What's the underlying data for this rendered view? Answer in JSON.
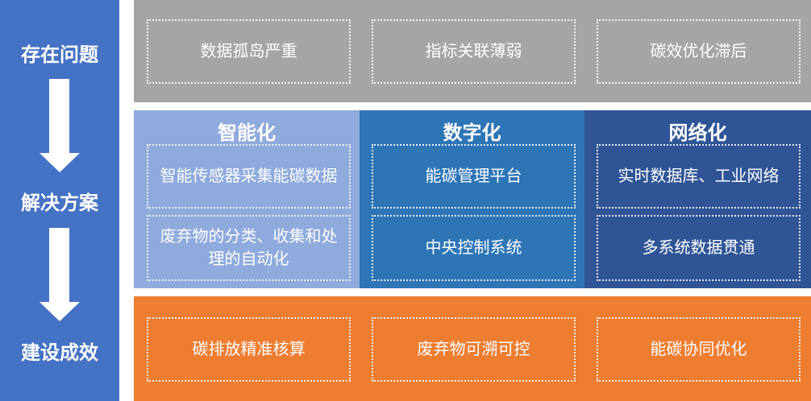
{
  "stages": {
    "problem": "存在问题",
    "solution": "解决方案",
    "result": "建设成效"
  },
  "problems": [
    "数据孤岛严重",
    "指标关联薄弱",
    "碳效优化滞后"
  ],
  "solutions": [
    {
      "title": "智能化",
      "items": [
        "智能传感器采集能碳数据",
        "废弃物的分类、收集和处理的自动化"
      ],
      "color": "#8FAADC"
    },
    {
      "title": "数字化",
      "items": [
        "能碳管理平台",
        "中央控制系统"
      ],
      "color": "#2E75B6"
    },
    {
      "title": "网络化",
      "items": [
        "实时数据库、工业网络",
        "多系统数据贯通"
      ],
      "color": "#2F5597"
    }
  ],
  "results": [
    "碳排放精准核算",
    "废弃物可溯可控",
    "能碳协同优化"
  ],
  "colors": {
    "left": "#4472C4",
    "problem": "#A5A5A5",
    "result": "#ED7D31"
  }
}
